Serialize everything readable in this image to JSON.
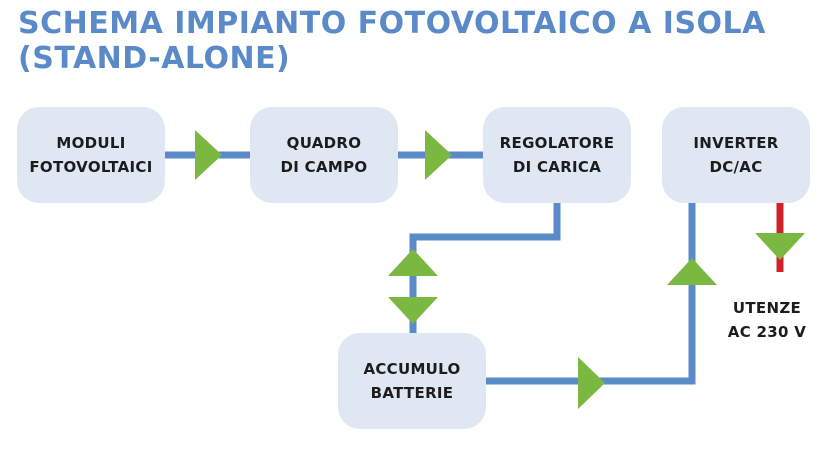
{
  "title": {
    "line1": "SCHEMA IMPIANTO FOTOVOLTAICO A ISOLA",
    "line2": "(STAND-ALONE)"
  },
  "nodes": {
    "moduli": {
      "line1": "MODULI",
      "line2": "FOTOVOLTAICI"
    },
    "quadro": {
      "line1": "QUADRO",
      "line2": "DI CAMPO"
    },
    "regolatore": {
      "line1": "REGOLATORE",
      "line2": "DI CARICA"
    },
    "inverter": {
      "line1": "INVERTER",
      "line2": "DC/AC"
    },
    "accumulo": {
      "line1": "ACCUMULO",
      "line2": "BATTERIE"
    }
  },
  "output": {
    "line1": "UTENZE",
    "line2": "AC 230 V"
  },
  "edges": [
    {
      "from": "moduli",
      "to": "quadro",
      "type": "DC"
    },
    {
      "from": "quadro",
      "to": "regolatore",
      "type": "DC"
    },
    {
      "from": "regolatore",
      "to": "accumulo",
      "type": "DC",
      "bidirectional": true
    },
    {
      "from": "accumulo",
      "to": "inverter",
      "type": "DC"
    },
    {
      "from": "inverter",
      "to": "utenze",
      "type": "AC"
    }
  ],
  "colors": {
    "title": "#5b8ac8",
    "dc_line": "#5b8ac8",
    "ac_line": "#d0202a",
    "arrow": "#7ab842",
    "box_fill": "#dfe7f3",
    "text": "#1c1c1c"
  }
}
